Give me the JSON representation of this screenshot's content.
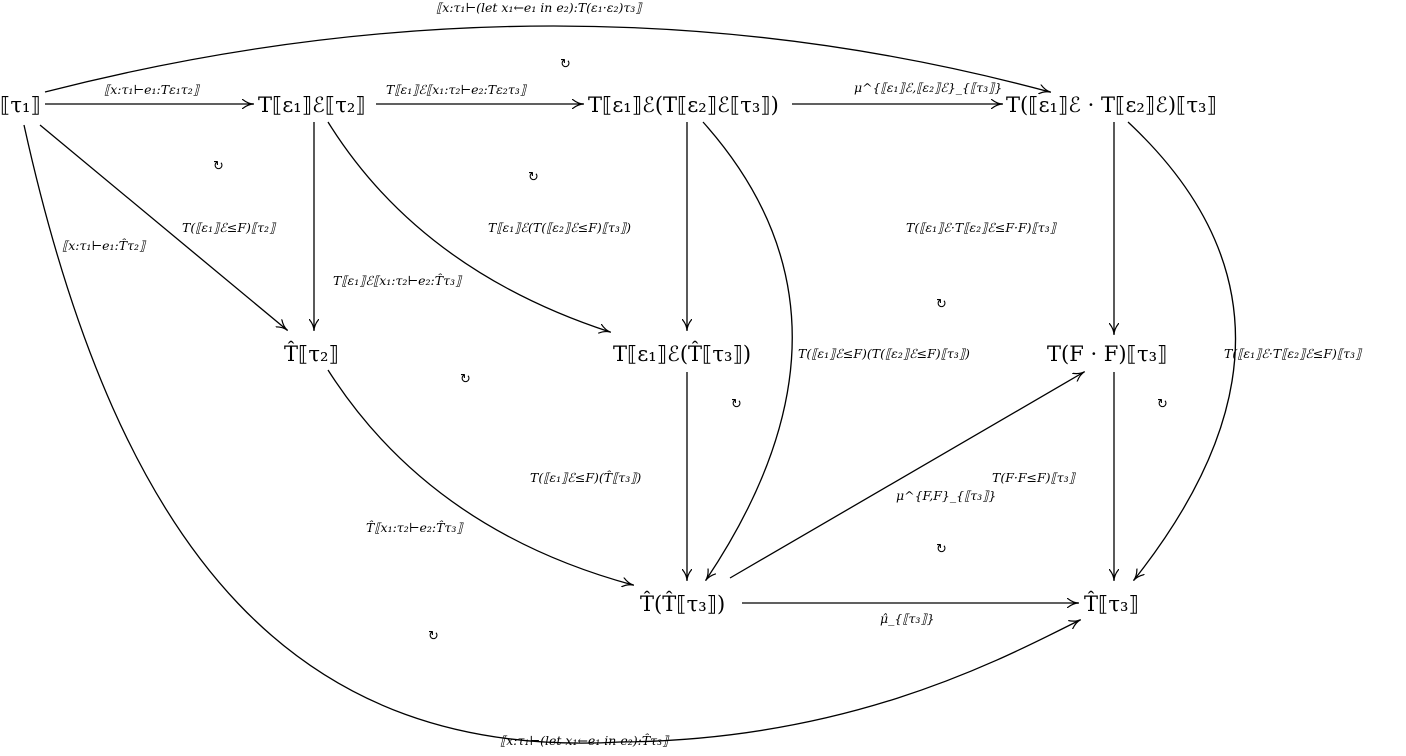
{
  "nodes": {
    "tau1": "⟦τ₁⟧",
    "T_e1_tau2": "T⟦ε₁⟧ℰ⟦τ₂⟧",
    "T_e1_T_e2_tau3": "T⟦ε₁⟧ℰ(T⟦ε₂⟧ℰ⟦τ₃⟧)",
    "T_e1e2_tau3": "T(⟦ε₁⟧ℰ · T⟦ε₂⟧ℰ)⟦τ₃⟧",
    "That_tau2": "T̂⟦τ₂⟧",
    "T_e1_That_tau3": "T⟦ε₁⟧ℰ(T̂⟦τ₃⟧)",
    "T_FF_tau3": "T(F · F)⟦τ₃⟧",
    "That_That_tau3": "T̂(T̂⟦τ₃⟧)",
    "That_tau3": "T̂⟦τ₃⟧"
  },
  "labels": {
    "top_let": "⟦x:τ₁⊢(let x₁←e₁ in e₂):T(ε₁·ε₂)τ₃⟧",
    "tau1_to_Te1": "⟦x:τ₁⊢e₁:Tε₁τ₂⟧",
    "Te1_to_Te1Te2": "T⟦ε₁⟧ℰ⟦x₁:τ₂⊢e₂:Tε₂τ₃⟧",
    "mu_top": "μ^{⟦ε₁⟧ℰ,⟦ε₂⟧ℰ}_{⟦τ₃⟧}",
    "tau1_to_That_tau2": "⟦x:τ₁⊢e₁:T̂τ₂⟧",
    "Te1_le_F": "T(⟦ε₁⟧ℰ≤F)⟦τ₂⟧",
    "Te1_x1_That": "T⟦ε₁⟧ℰ⟦x₁:τ₂⊢e₂:T̂τ₃⟧",
    "Te1_T_e2_le_F": "T⟦ε₁⟧ℰ(T(⟦ε₂⟧ℰ≤F)⟦τ₃⟧)",
    "big_curve_middle": "T(⟦ε₁⟧ℰ≤F)(T(⟦ε₂⟧ℰ≤F)⟦τ₃⟧)",
    "e1Te2_le_FF": "T(⟦ε₁⟧ℰ·T⟦ε₂⟧ℰ≤F·F)⟦τ₃⟧",
    "e1Te2_le_F_right": "T(⟦ε₁⟧ℰ·T⟦ε₂⟧ℰ≤F)⟦τ₃⟧",
    "Te1_le_F_That": "T(⟦ε₁⟧ℰ≤F)(T̂⟦τ₃⟧)",
    "That_x1": "T̂⟦x₁:τ₂⊢e₂:T̂τ₃⟧",
    "mu_FF": "μ^{F,F}_{⟦τ₃⟧}",
    "TFF_le_F": "T(F·F≤F)⟦τ₃⟧",
    "mu_hat": "μ̂_{⟦τ₃⟧}",
    "bottom_let": "⟦x:τ₁⊢(let x₁←e₁ in e₂):T̂τ₃⟧"
  },
  "commute_symbol": "↻"
}
